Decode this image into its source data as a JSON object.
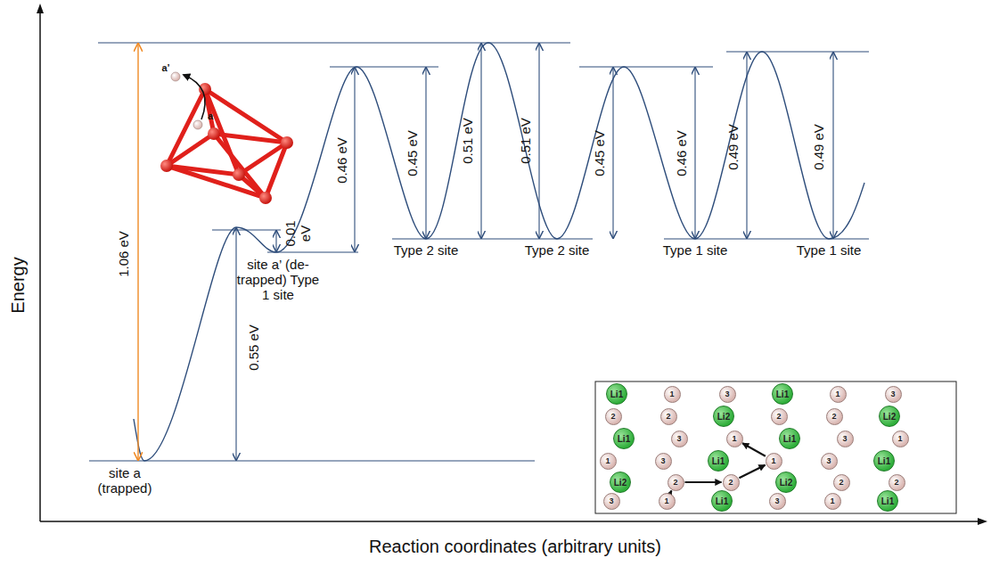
{
  "diagram": {
    "nodes": [
      {
        "text": [
          "Li1"
        ]
      },
      {
        "text": [
          "1"
        ]
      },
      {
        "text": [
          "3"
        ]
      },
      {
        "text": [
          "Li1"
        ]
      },
      {
        "text": [
          "1"
        ]
      },
      {
        "text": [
          "3"
        ]
      },
      {
        "text": [
          "2"
        ]
      },
      {
        "text": [
          "2"
        ]
      },
      {
        "text": [
          "Li2"
        ]
      },
      {
        "text": [
          "2"
        ]
      },
      {
        "text": [
          "2"
        ]
      },
      {
        "text": [
          "Li2"
        ]
      },
      {
        "text": [
          "Li1"
        ]
      },
      {
        "text": [
          "3"
        ]
      },
      {
        "text": [
          "1"
        ]
      },
      {
        "text": [
          "Li1"
        ]
      },
      {
        "text": [
          "3"
        ]
      },
      {
        "text": [
          "1"
        ]
      },
      {
        "text": [
          "1"
        ]
      },
      {
        "text": [
          "3"
        ]
      },
      {
        "text": [
          "Li1"
        ]
      },
      {
        "text": [
          "1"
        ]
      },
      {
        "text": [
          "3"
        ]
      },
      {
        "text": [
          "Li1"
        ]
      },
      {
        "text": [
          "Li2"
        ]
      },
      {
        "text": [
          "2"
        ]
      },
      {
        "text": [
          "2"
        ]
      },
      {
        "text": [
          "Li2"
        ]
      },
      {
        "text": [
          "2"
        ]
      },
      {
        "text": [
          "2"
        ]
      },
      {
        "text": [
          "3"
        ]
      },
      {
        "text": [
          "1"
        ]
      },
      {
        "text": [
          "Li1"
        ]
      },
      {
        "text": [
          "3"
        ]
      },
      {
        "text": [
          "1"
        ]
      },
      {
        "text": [
          "Li1"
        ]
      }
    ],
    "edges": [
      {
        "from": 31,
        "to": 25,
        "arrow": "to"
      },
      {
        "from": 25,
        "to": 26,
        "arrow": "to"
      },
      {
        "from": 26,
        "to": 21,
        "arrow": "to"
      },
      {
        "from": 21,
        "to": 14,
        "arrow": "to"
      }
    ],
    "labels": [
      "Energy",
      "1.06 eV",
      "0.55 eV",
      "0.01 eV",
      "0.46 eV",
      "0.45 eV",
      "0.51 eV",
      "0.51 eV",
      "0.45 eV",
      "0.46 eV",
      "0.49 eV",
      "0.49 eV",
      "site a (trapped)",
      "site a’ (de-trapped) Type 1 site",
      "Type 2 site",
      "Type 2 site",
      "Type 1 site",
      "Type 1 site",
      "a’",
      "a",
      "Reaction coordinates (arbitrary units)"
    ]
  }
}
